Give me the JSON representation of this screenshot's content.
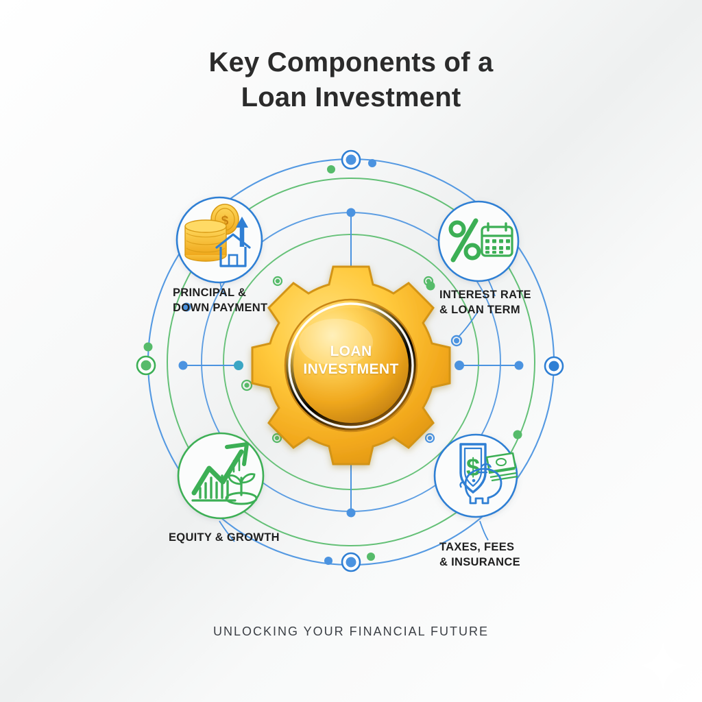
{
  "header": {
    "title_line1": "Key Components of a",
    "title_line2": "Loan Investment"
  },
  "center": {
    "label": "LOAN\nINVESTMENT",
    "icon": "gear-icon"
  },
  "footer": {
    "tagline": "UNLOCKING YOUR FINANCIAL FUTURE",
    "decoration": "sparkle-icon"
  },
  "nodes": [
    {
      "id": "principal-down-payment",
      "label": "PRINCIPAL &\nDOWN PAYMENT",
      "position": "top-left",
      "ring_color": "#2f7fd4",
      "icons": [
        "coin-stack-icon",
        "dollar-coin-icon",
        "house-icon",
        "up-arrow-icon"
      ]
    },
    {
      "id": "interest-rate-loan-term",
      "label": "INTEREST RATE\n& LOAN TERM",
      "position": "top-right",
      "ring_color": "#2f7fd4",
      "icons": [
        "percent-icon",
        "calendar-icon"
      ]
    },
    {
      "id": "equity-growth",
      "label": "EQUITY & GROWTH",
      "position": "bottom-left",
      "ring_color": "#3caf55",
      "icons": [
        "growth-arrow-icon",
        "bar-chart-icon",
        "sprout-icon"
      ]
    },
    {
      "id": "taxes-fees-insurance",
      "label": "TAXES, FEES\n& INSURANCE",
      "position": "bottom-right",
      "ring_color": "#2f7fd4",
      "icons": [
        "shield-dollar-icon",
        "cash-stack-icon",
        "piggy-bank-icon"
      ]
    }
  ],
  "orbit_markers": [
    {
      "id": "marker-top",
      "shape": "donut",
      "color": "#2f7fd4"
    },
    {
      "id": "marker-left",
      "shape": "donut",
      "color": "#3caf55"
    },
    {
      "id": "marker-right",
      "shape": "donut",
      "color": "#2f7fd4"
    },
    {
      "id": "marker-bottom",
      "shape": "donut",
      "color": "#2f7fd4"
    }
  ],
  "colors": {
    "blue": "#2f7fd4",
    "blue_light": "#4b93e0",
    "green": "#3caf55",
    "green_light": "#56bb6a",
    "gold_light": "#ffd24d",
    "gold": "#f2b01e",
    "gold_dark": "#d4911a",
    "text_dark": "#1f1f1f",
    "background": "#f5f6f7"
  }
}
